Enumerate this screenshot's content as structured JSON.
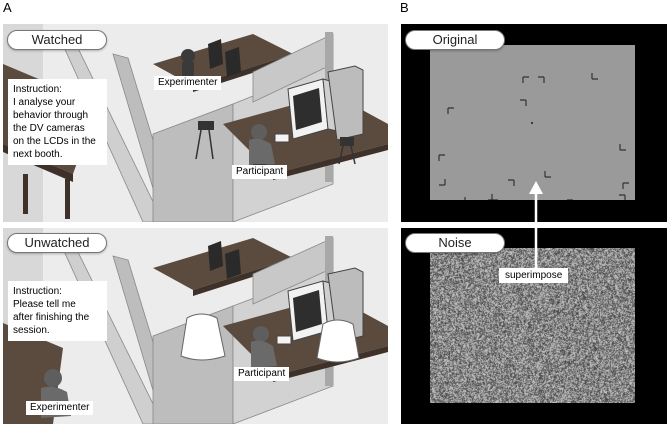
{
  "panel_a": {
    "letter": "A",
    "watched": {
      "title": "Watched",
      "experimenter_label": "Experimenter",
      "participant_label": "Participant",
      "instruction_lines": [
        "Instruction:",
        "I analyse your",
        "behavior through",
        "the DV cameras",
        "on the LCDs in the",
        "next booth."
      ]
    },
    "unwatched": {
      "title": "Unwatched",
      "experimenter_label": "Experimenter",
      "participant_label": "Participant",
      "instruction_lines": [
        "Instruction:",
        "Please tell me",
        "after finishing the",
        "session."
      ]
    }
  },
  "panel_b": {
    "letter": "B",
    "original_title": "Original",
    "noise_title": "Noise",
    "superimpose_label": "superimpose",
    "colors": {
      "background": "#000000",
      "image_grey": "#9a9a9a",
      "noise_grey": "#8e8e8e"
    },
    "stimulus_elements": "L-shaped line segments with a central fixation dot"
  }
}
